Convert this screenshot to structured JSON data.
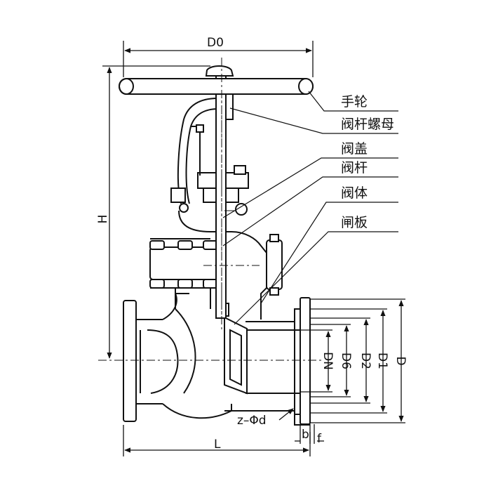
{
  "dimensions": {
    "top_width": "D0",
    "height": "H",
    "length": "L",
    "nominal": "DN",
    "d6": "D6",
    "d2": "D2",
    "d1": "D1",
    "d": "D",
    "bolt_holes": "z–Φd",
    "b": "b",
    "f": "f"
  },
  "callouts": {
    "handwheel": "手轮",
    "stem_nut": "阀杆螺母",
    "bonnet": "阀盖",
    "stem": "阀杆",
    "body": "阀体",
    "gate": "闸板"
  }
}
